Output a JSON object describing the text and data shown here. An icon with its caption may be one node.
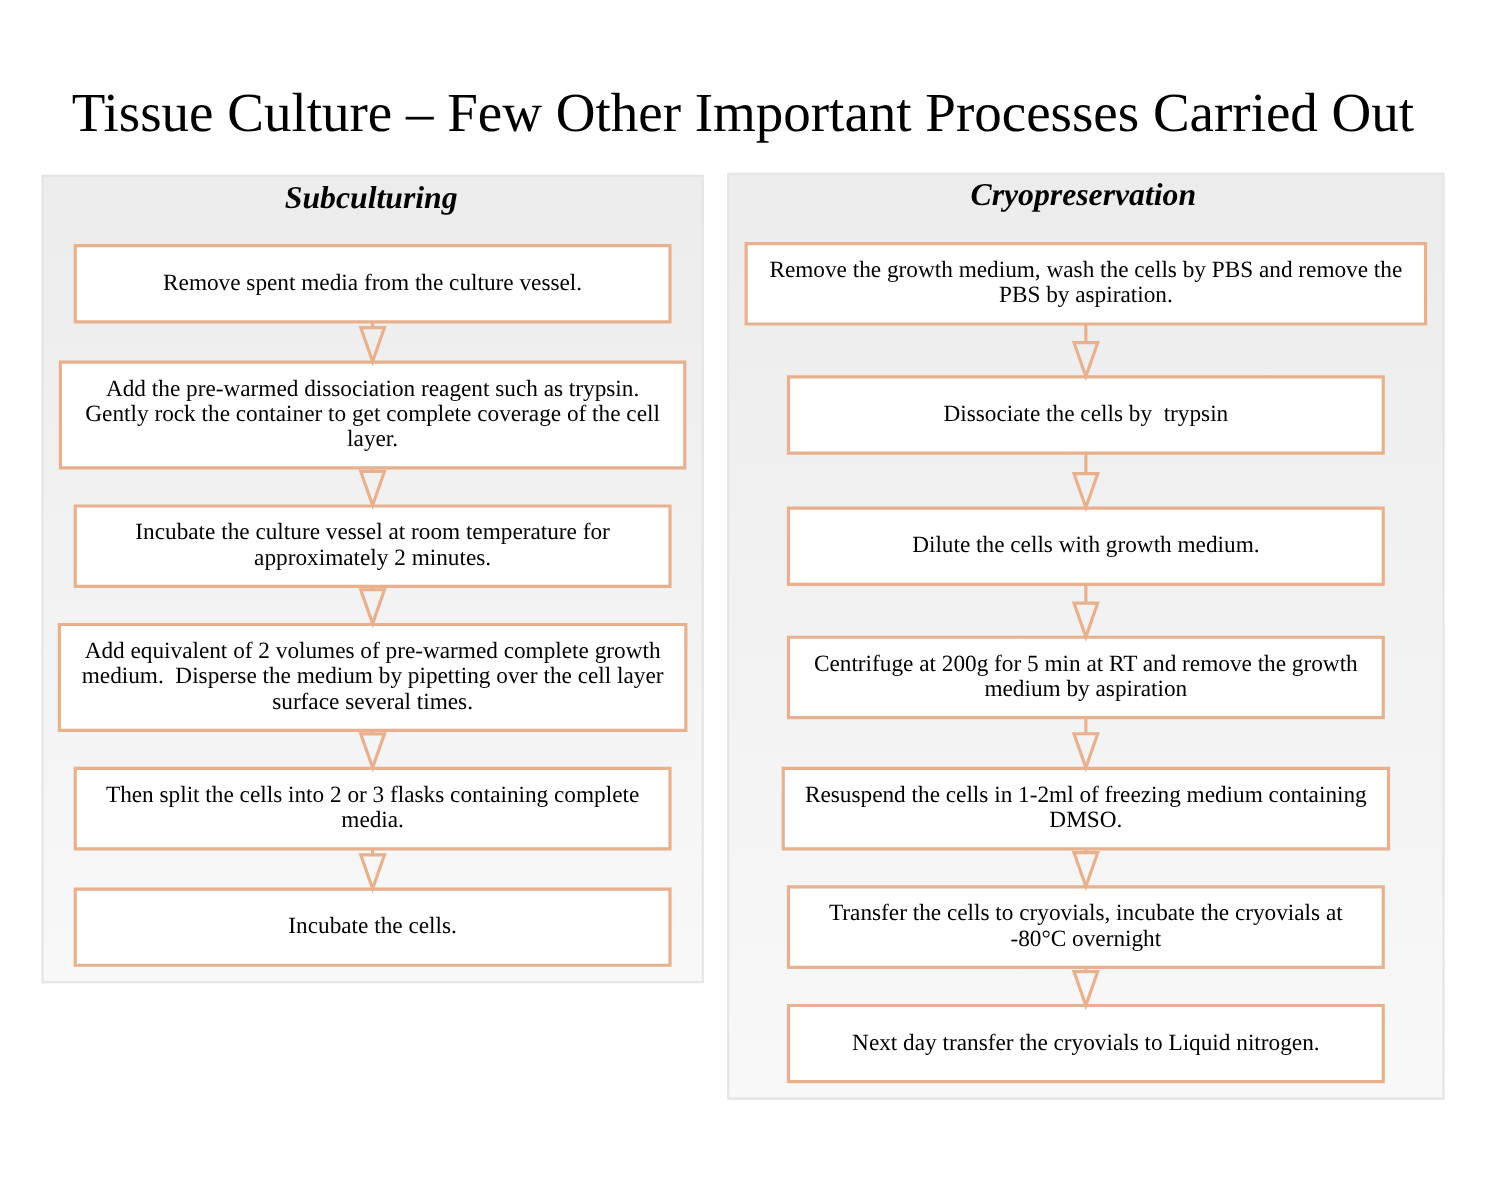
{
  "diagram": {
    "title": "Tissue Culture – Few Other Important Processes Carried Out",
    "nodes": [
      {
        "text": [
          "Subculturing"
        ]
      },
      {
        "text": [
          "Remove spent media from the culture vessel."
        ],
        "in": 0
      },
      {
        "text": [
          "Add the pre-warmed dissociation reagent such as trypsin.  Gently rock the container to get complete coverage of the cell layer."
        ],
        "in": 0
      },
      {
        "text": [
          "Incubate the culture vessel at room temperature for approximately 2 minutes."
        ],
        "in": 0
      },
      {
        "text": [
          "Add equivalent of 2 volumes of pre-warmed complete growth medium.  Disperse the medium by pipetting over the cell layer surface several times."
        ],
        "in": 0
      },
      {
        "text": [
          "Then split the cells into 2 or 3 flasks containing complete media."
        ],
        "in": 0
      },
      {
        "text": [
          "Incubate the cells."
        ],
        "in": 0
      },
      {
        "text": [
          "Cryopreservation"
        ]
      },
      {
        "text": [
          "Remove the growth medium, wash the cells by PBS and remove the PBS by aspiration."
        ],
        "in": 7
      },
      {
        "text": [
          "Dissociate the cells by  trypsin"
        ],
        "in": 7
      },
      {
        "text": [
          "Dilute the cells with growth medium."
        ],
        "in": 7
      },
      {
        "text": [
          "Centrifuge at 200g for 5 min at RT and remove the growth medium by aspiration"
        ],
        "in": 7
      },
      {
        "text": [
          "Resuspend the cells in 1-2ml of freezing medium containing DMSO."
        ],
        "in": 7
      },
      {
        "text": [
          "Transfer the cells to cryovials, incubate the cryovials at -80°C overnight"
        ],
        "in": 7
      },
      {
        "text": [
          "Next day transfer the cryovials to Liquid nitrogen."
        ],
        "in": 7
      }
    ],
    "edges": [
      {
        "from": 1,
        "to": 2,
        "arrow": "to"
      },
      {
        "from": 2,
        "to": 3,
        "arrow": "to"
      },
      {
        "from": 3,
        "to": 4,
        "arrow": "to"
      },
      {
        "from": 4,
        "to": 5,
        "arrow": "to"
      },
      {
        "from": 5,
        "to": 6,
        "arrow": "to"
      },
      {
        "from": 8,
        "to": 9,
        "arrow": "to"
      },
      {
        "from": 9,
        "to": 10,
        "arrow": "to"
      },
      {
        "from": 10,
        "to": 11,
        "arrow": "to"
      },
      {
        "from": 11,
        "to": 12,
        "arrow": "to"
      },
      {
        "from": 12,
        "to": 13,
        "arrow": "to"
      },
      {
        "from": 13,
        "to": 14,
        "arrow": "to"
      }
    ]
  }
}
